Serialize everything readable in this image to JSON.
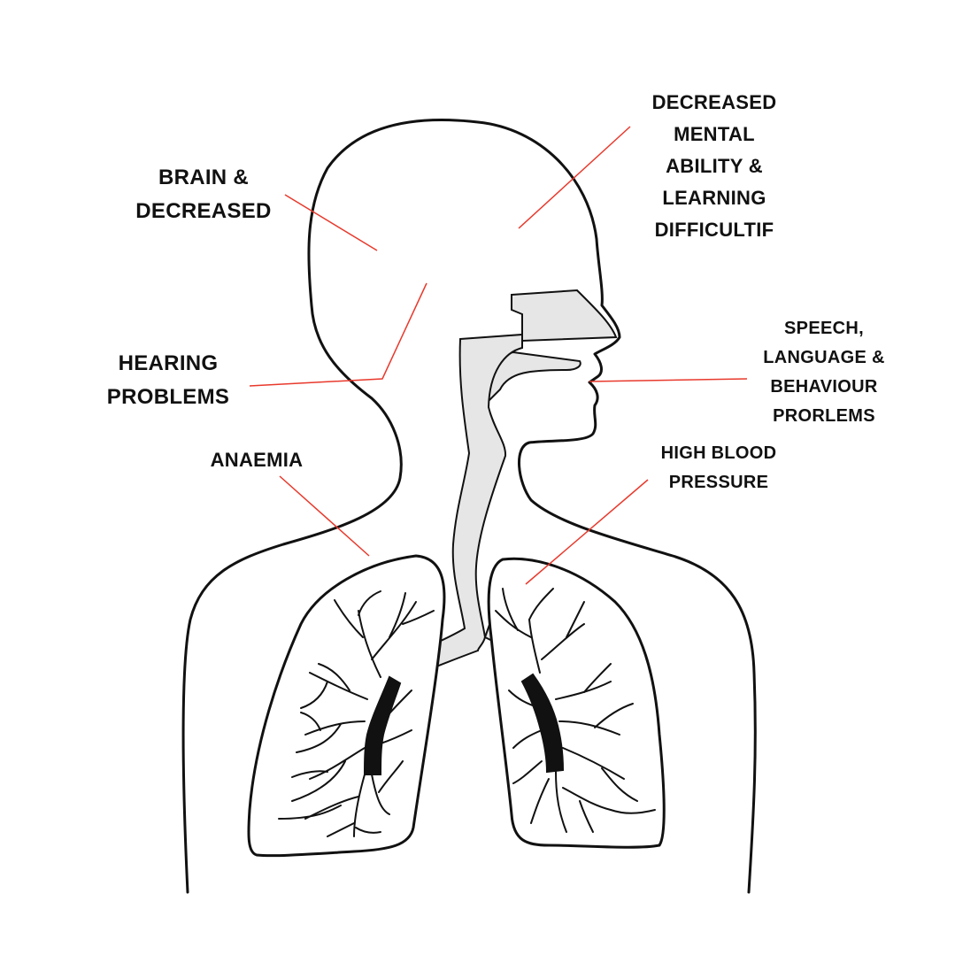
{
  "labels": {
    "brain": [
      "BRAIN &",
      "DECREASED"
    ],
    "mental": [
      "DECREASED",
      "MENTAL",
      "ABILITY &",
      "LEARNING",
      "DIFFICULTIF"
    ],
    "hearing": [
      "HEARING",
      "PROBLEMS"
    ],
    "speech": [
      "SPEECH,",
      "LANGUAGE &",
      "BEHAVIOUR",
      "PRORLEMS"
    ],
    "anaemia": [
      "ANAEMIA"
    ],
    "blood_pressure": [
      "HIGH BLOOD",
      "PRESSURE"
    ]
  },
  "colors": {
    "outline": "#111111",
    "airway_fill": "#e6e6e6",
    "leader_line": "#e8392c",
    "bronchus": "#111111"
  }
}
